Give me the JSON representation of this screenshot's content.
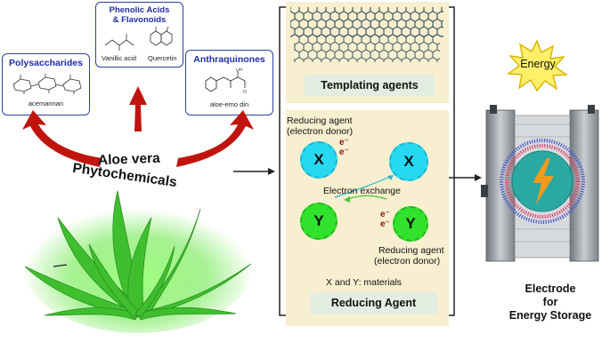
{
  "sources": {
    "polysaccharides": {
      "title": "Polysaccharides",
      "compound": "acemannan"
    },
    "phenolics": {
      "title_line1": "Phenolic Acids",
      "title_line2": "& Flavonoids",
      "compound1": "Vanillic acid",
      "compound2": "Quercetin"
    },
    "anthraquinones": {
      "title": "Anthraquinones",
      "compound": "aloe-emo din"
    }
  },
  "plant": {
    "label_line1": "Aloe vera",
    "label_line2": "Phytochemicals"
  },
  "templating": {
    "label": "Templating agents"
  },
  "reducing": {
    "donor_top_line1": "Reducing agent",
    "donor_top_line2": "(electron donor)",
    "x_label": "X",
    "y_label": "Y",
    "electron": "e⁻",
    "exchange": "Electron exchange",
    "donor_bottom_line1": "Reducing agent",
    "donor_bottom_line2": "(electron donor)",
    "materials_note": "X and Y: materials",
    "label": "Reducing Agent"
  },
  "energy": {
    "label": "Energy"
  },
  "electrode": {
    "line1": "Electrode",
    "line2": "for",
    "line3": "Energy Storage"
  },
  "colors": {
    "box_border": "#2b3f9e",
    "title_blue": "#1f2ea8",
    "arrow_red": "#c0150f",
    "panel": "#f7efcf",
    "label_box": "#e3ede1",
    "x_cyan": "#26d8f2",
    "y_green": "#31e22c",
    "electron_red": "#8b1515",
    "plant_green": "#3fbf2e"
  }
}
